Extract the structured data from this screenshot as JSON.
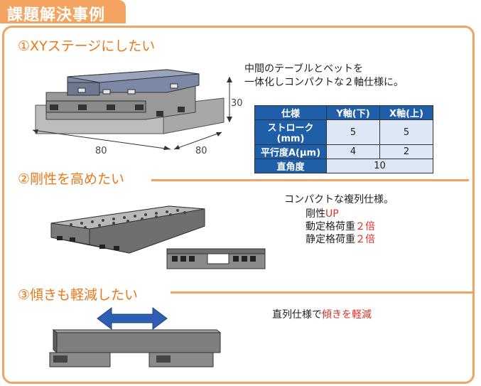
{
  "header": {
    "title": "課題解決事例"
  },
  "section1": {
    "title": "①XYステージにしたい",
    "desc_line1": "中間のテーブルとベットを",
    "desc_line2": "一体化しコンパクトな２軸仕様に。",
    "dims": {
      "height": "30",
      "width": "80",
      "depth": "80"
    },
    "table": {
      "headers": [
        "仕様",
        "Y軸(下)",
        "X軸(上)"
      ],
      "rows": [
        {
          "label": "ストローク(mm)",
          "y": "5",
          "x": "5"
        },
        {
          "label": "平行度A(μm)",
          "y": "4",
          "x": "2"
        }
      ],
      "merged_row": {
        "label": "直角度",
        "value": "10"
      }
    }
  },
  "section2": {
    "title": "②剛性を高めたい",
    "desc_line1": "コンパクトな複列仕様。",
    "item1_prefix": "剛性",
    "item1_red": "UP",
    "item2_prefix": "動定格荷重",
    "item2_red": "２倍",
    "item3_prefix": "静定格荷重",
    "item3_red": "２倍"
  },
  "section3": {
    "title": "③傾きも軽減したい",
    "desc_prefix": "直列仕様で",
    "desc_red": "傾きを軽減"
  },
  "colors": {
    "accent": "#f4a460",
    "title_text": "#e8791a",
    "table_header": "#1f5ea8",
    "emphasis": "#e0302a",
    "arrow": "#2f5fb3"
  }
}
